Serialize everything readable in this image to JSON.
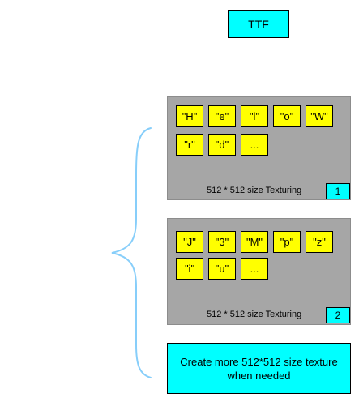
{
  "ttf": {
    "label": "TTF"
  },
  "panels": [
    {
      "glyphs": [
        "\"H\"",
        "\"e\"",
        "\"l\"",
        "\"o\"",
        "\"W\"",
        "\"r\"",
        "\"d\"",
        "..."
      ],
      "caption": "512 * 512 size Texturing",
      "number": "1"
    },
    {
      "glyphs": [
        "\"J\"",
        "\"3\"",
        "\"M\"",
        "\"p\"",
        "\"z\"",
        "\"i\"",
        "\"u\"",
        "..."
      ],
      "caption": "512 * 512 size Texturing",
      "number": "2"
    }
  ],
  "more": {
    "label": "Create more 512*512 size texture\nwhen needed"
  },
  "colors": {
    "cyan": "#00ffff",
    "yellow": "#ffff00",
    "panel_gray": "#a6a6a6",
    "brace": "#87cefa"
  }
}
